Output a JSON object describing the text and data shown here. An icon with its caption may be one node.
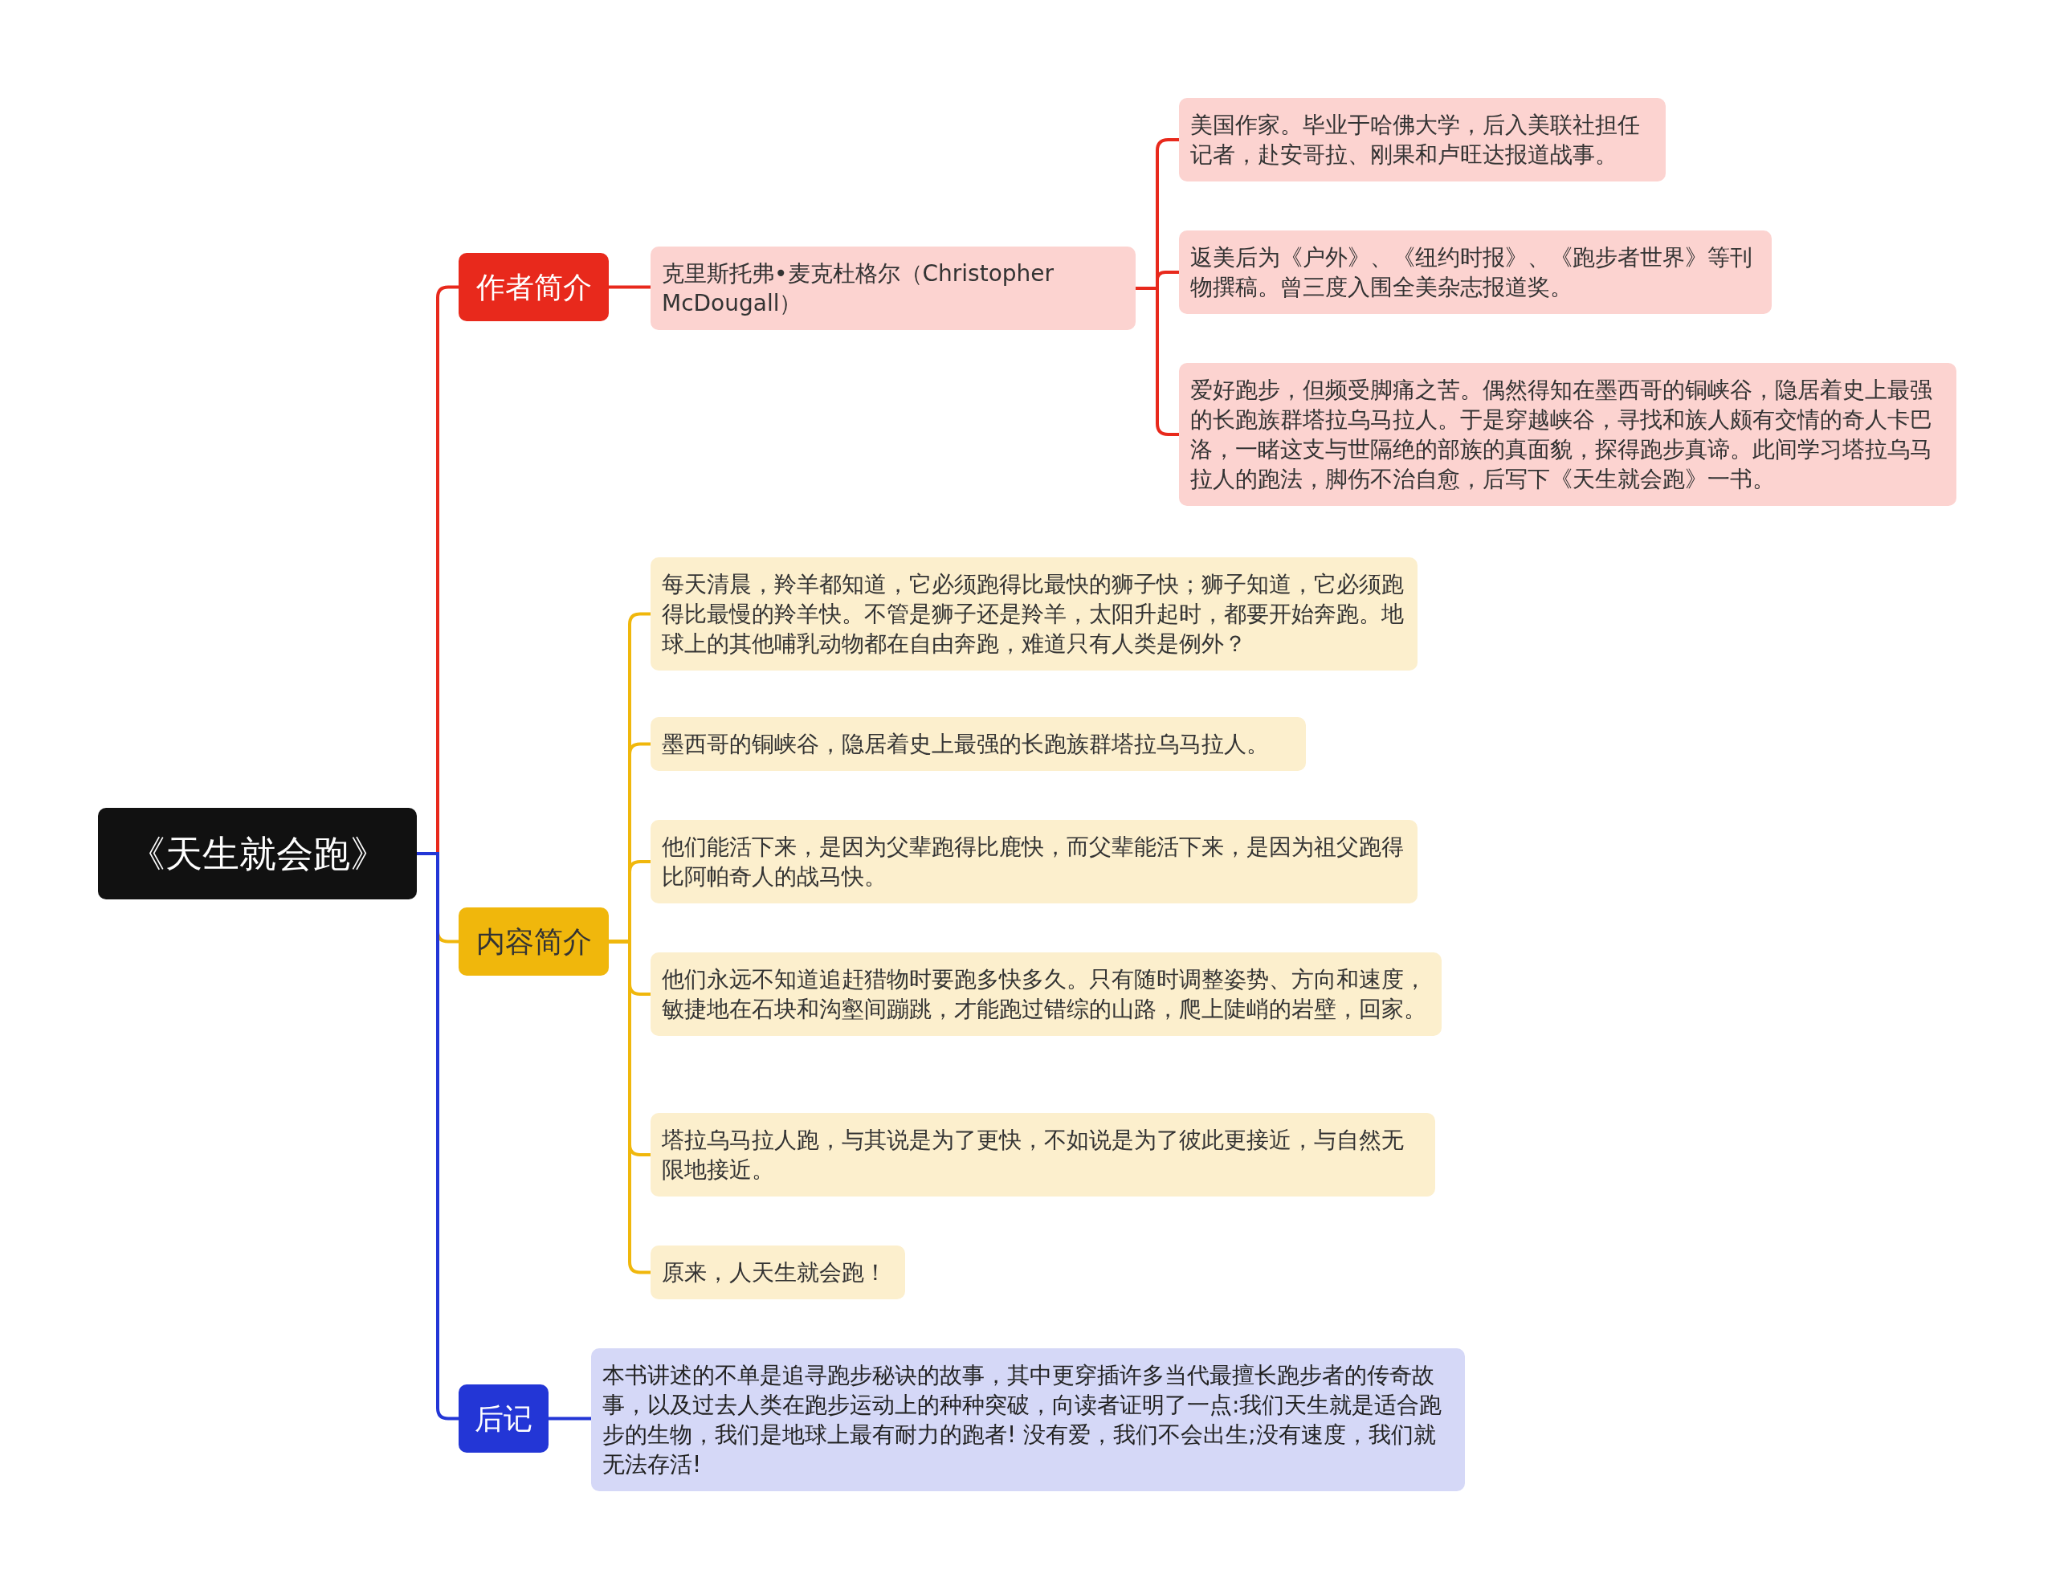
{
  "diagram": {
    "nodes": [
      {
        "text": [
          "《天生就会跑》"
        ]
      },
      {
        "text": [
          "作者简介"
        ]
      },
      {
        "text": [
          "克里斯托弗•麦克杜格尔（Christopher McDougall）"
        ]
      },
      {
        "text": [
          "美国作家。毕业于哈佛大学，后入美联社担任记者，赴安哥拉、刚果和卢旺达报道战事。"
        ]
      },
      {
        "text": [
          "返美后为《户外》、《纽约时报》、《跑步者世界》等刊物撰稿。曾三度入围全美杂志报道奖。"
        ]
      },
      {
        "text": [
          "爱好跑步，但频受脚痛之苦。偶然得知在墨西哥的铜峡谷，隐居着史上最强的长跑族群塔拉乌马拉人。于是穿越峡谷，寻找和族人颇有交情的奇人卡巴洛，一睹这支与世隔绝的部族的真面貌，探得跑步真谛。此间学习塔拉乌马拉人的跑法，脚伤不治自愈，后写下《天生就会跑》一书。"
        ]
      },
      {
        "text": [
          "内容简介"
        ]
      },
      {
        "text": [
          "每天清晨，羚羊都知道，它必须跑得比最快的狮子快；狮子知道，它必须跑得比最慢的羚羊快。不管是狮子还是羚羊，太阳升起时，都要开始奔跑。地球上的其他哺乳动物都在自由奔跑，难道只有人类是例外？"
        ]
      },
      {
        "text": [
          "墨西哥的铜峡谷，隐居着史上最强的长跑族群塔拉乌马拉人。"
        ]
      },
      {
        "text": [
          "他们能活下来，是因为父辈跑得比鹿快，而父辈能活下来，是因为祖父跑得比阿帕奇人的战马快。"
        ]
      },
      {
        "text": [
          "他们永远不知道追赶猎物时要跑多快多久。只有随时调整姿势、方向和速度，敏捷地在石块和沟壑间蹦跳，才能跑过错综的山路，爬上陡峭的岩壁，回家。"
        ]
      },
      {
        "text": [
          "塔拉乌马拉人跑，与其说是为了更快，不如说是为了彼此更接近，与自然无限地接近。"
        ]
      },
      {
        "text": [
          "原来，人天生就会跑！"
        ]
      },
      {
        "text": [
          "后记"
        ]
      },
      {
        "text": [
          "本书讲述的不单是追寻跑步秘诀的故事，其中更穿插许多当代最擅长跑步者的传奇故事，以及过去人类在跑步运动上的种种突破，向读者证明了一点:我们天生就是适合跑步的生物，我们是地球上最有耐力的跑者! 没有爱，我们不会出生;没有速度，我们就无法存活!"
        ]
      }
    ],
    "edges": [
      {
        "from": 0,
        "to": 1,
        "arrow": "none",
        "color": "#e8291c"
      },
      {
        "from": 1,
        "to": 2,
        "arrow": "none",
        "color": "#e8291c"
      },
      {
        "from": 2,
        "to": 3,
        "arrow": "none",
        "color": "#e8291c"
      },
      {
        "from": 2,
        "to": 4,
        "arrow": "none",
        "color": "#e8291c"
      },
      {
        "from": 2,
        "to": 5,
        "arrow": "none",
        "color": "#e8291c"
      },
      {
        "from": 0,
        "to": 6,
        "arrow": "none",
        "color": "#f0b70c"
      },
      {
        "from": 6,
        "to": 7,
        "arrow": "none",
        "color": "#f0b70c"
      },
      {
        "from": 6,
        "to": 8,
        "arrow": "none",
        "color": "#f0b70c"
      },
      {
        "from": 6,
        "to": 9,
        "arrow": "none",
        "color": "#f0b70c"
      },
      {
        "from": 6,
        "to": 10,
        "arrow": "none",
        "color": "#f0b70c"
      },
      {
        "from": 6,
        "to": 11,
        "arrow": "none",
        "color": "#f0b70c"
      },
      {
        "from": 6,
        "to": 12,
        "arrow": "none",
        "color": "#f0b70c"
      },
      {
        "from": 0,
        "to": 13,
        "arrow": "none",
        "color": "#2336d6"
      },
      {
        "from": 13,
        "to": 14,
        "arrow": "none",
        "color": "#2336d6"
      }
    ]
  }
}
